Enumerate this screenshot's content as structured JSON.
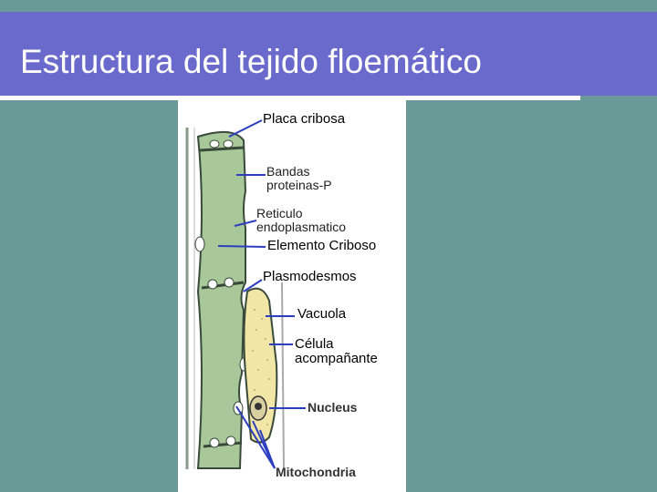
{
  "slide": {
    "title": "Estructura del tejido floemático"
  },
  "figure": {
    "labels": {
      "placa_cribosa": "Placa cribosa",
      "bandas_line1": "Bandas",
      "bandas_line2": "proteinas-P",
      "reticulo_line1": "Reticulo",
      "reticulo_line2": "endoplasmatico",
      "elemento_criboso": "Elemento Criboso",
      "plasmodesmos": "Plasmodesmos",
      "vacuola": "Vacuola",
      "celula_line1": "Célula",
      "celula_line2": "acompañante",
      "nucleus": "Nucleus",
      "mitochondria": "Mitochondria"
    },
    "colors": {
      "sieve_element": "#a8c89a",
      "companion_cell": "#f2e6a6",
      "arrow": "#2b3fbf",
      "outline": "#3a4a3a"
    }
  }
}
